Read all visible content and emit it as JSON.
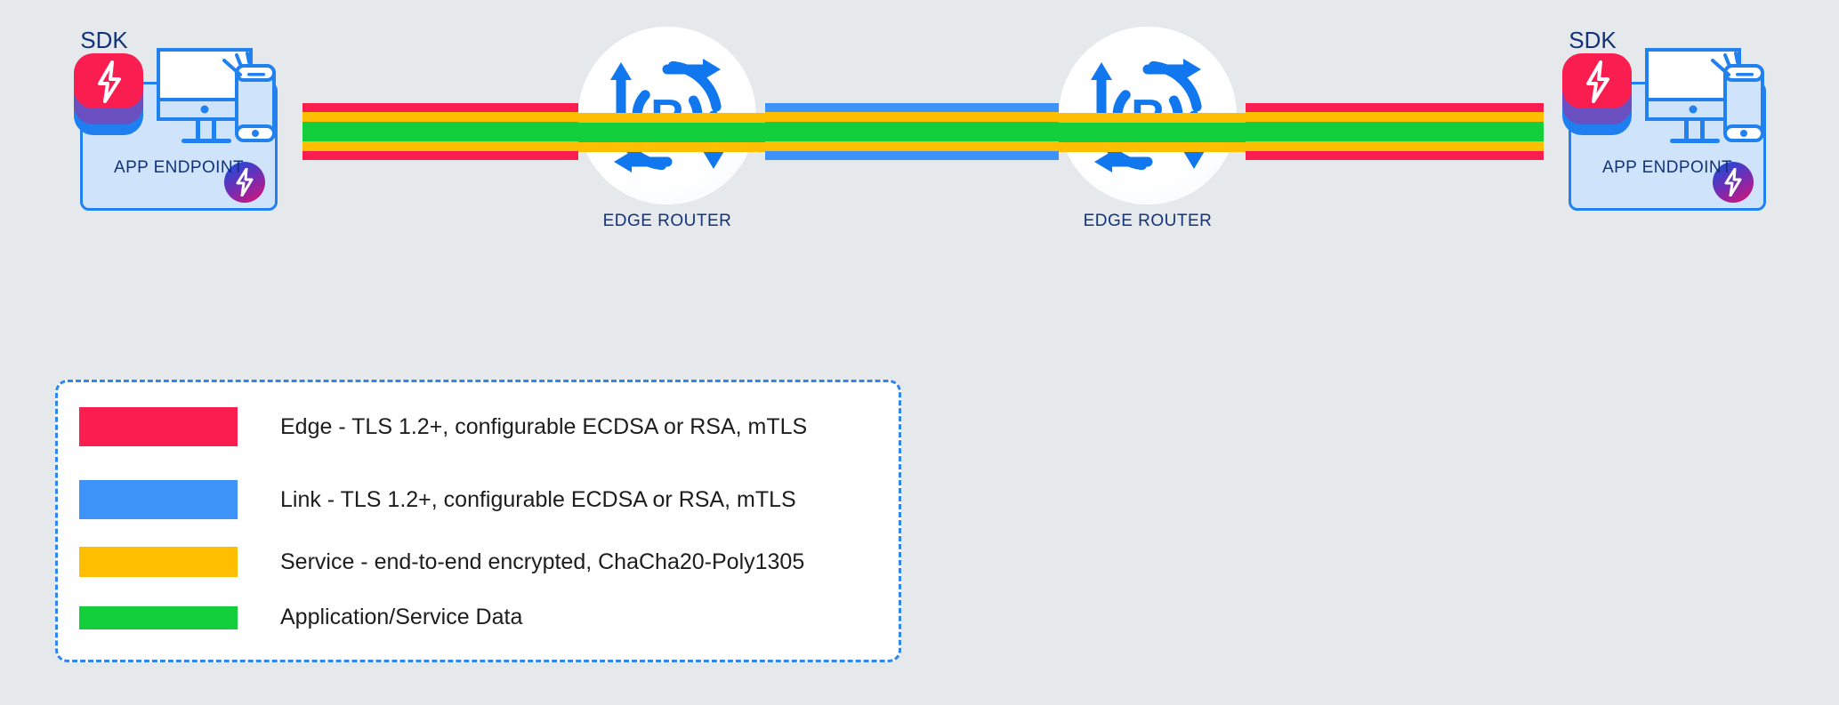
{
  "canvas": {
    "background": "#e6e9ec"
  },
  "palette": {
    "edge_red": "#fa1e50",
    "link_blue": "#3d93f7",
    "service_yellow": "#ffbe00",
    "data_green": "#12cf3b",
    "brand_blue": "#2081ef",
    "label_navy": "#12327a"
  },
  "endpoints": [
    {
      "sdk_label": "SDK",
      "box_label": "APP ENDPOINT",
      "side": "left"
    },
    {
      "sdk_label": "SDK",
      "box_label": "APP ENDPOINT",
      "side": "right"
    }
  ],
  "routers": [
    {
      "label": "EDGE ROUTER"
    },
    {
      "label": "EDGE ROUTER"
    }
  ],
  "legend": {
    "items": [
      {
        "color": "#fa1e50",
        "text": "Edge - TLS 1.2+, configurable ECDSA or RSA, mTLS"
      },
      {
        "color": "#3d93f7",
        "text": "Link - TLS 1.2+, configurable ECDSA or RSA, mTLS"
      },
      {
        "color": "#ffbe00",
        "text": "Service - end-to-end encrypted, ChaCha20-Poly1305"
      },
      {
        "color": "#12cf3b",
        "text": "Application/Service Data"
      }
    ]
  }
}
